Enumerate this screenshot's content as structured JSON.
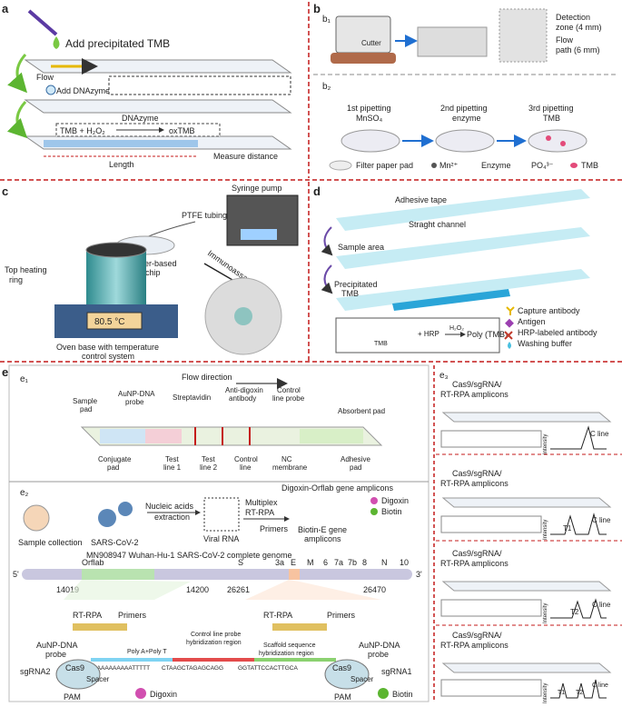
{
  "panel_a": {
    "letter": "a",
    "title": "Add precipitated TMB",
    "flow": "Flow",
    "add_dnazyme": "Add DNAzyme",
    "reaction_left": "TMB + H₂O₂",
    "reaction_enzyme": "DNAzyme",
    "reaction_right": "oxTMB",
    "length": "Length",
    "measure": "Measure distance"
  },
  "panel_b": {
    "letter": "b",
    "b1": "b₁",
    "b2": "b₂",
    "cutter": "Cutter",
    "detection": "Detection",
    "zone": "zone (4 mm)",
    "flow": "Flow",
    "path": "path (6 mm)",
    "step1a": "1st pipetting",
    "step1b": "MnSO₄",
    "step2a": "2nd pipetting",
    "step2b": "enzyme",
    "step3a": "3rd pipetting",
    "step3b": "TMB",
    "legend": [
      "Filter paper pad",
      "Mn²⁺",
      "Enzyme",
      "PO₄³⁻",
      "TMB"
    ]
  },
  "panel_c": {
    "letter": "c",
    "syringe": "Syringe pump",
    "ptfe": "PTFE tubing",
    "chip1": "Paper-based",
    "chip2": "chip",
    "immuno": "Immunoassay",
    "ring1": "Top heating",
    "ring2": "ring",
    "temp": "80.5 °C",
    "base1": "Oven base with temperature",
    "base2": "control system"
  },
  "panel_d": {
    "letter": "d",
    "tape": "Adhesive tape",
    "straight": "Straght channel",
    "sample": "Sample area",
    "precip1": "Precipitated",
    "precip2": "TMB",
    "tmb": "TMB",
    "hrp": "+ HRP",
    "h2o2": "H₂O₂",
    "poly": "Poly (TMB)",
    "legend": [
      "Capture antibody",
      "Antigen",
      "HRP-labeled antibody",
      "Washing buffer"
    ]
  },
  "panel_e": {
    "letter": "e",
    "e1": "e₁",
    "e2": "e₂",
    "e3": "e₃",
    "flow_dir": "Flow direction",
    "top": [
      "Sample",
      "pad",
      "AuNP-DNA",
      "probe",
      "Streptavidin",
      "Anti-digoxin",
      "antibody",
      "Control",
      "line probe",
      "Absorbent pad"
    ],
    "bottom": [
      "Conjugate",
      "pad",
      "Test",
      "line 1",
      "Test",
      "line 2",
      "Control",
      "line",
      "NC",
      "membrane",
      "Adhesive",
      "pad"
    ],
    "sample_collection": "Sample collection",
    "sars": "SARS-CoV-2",
    "nucleic1": "Nucleic acids",
    "nucleic2": "extraction",
    "viral": "Viral RNA",
    "multiplex1": "Multiplex",
    "multiplex2": "RT-RPA",
    "primers": "Primers",
    "dig_orf": "Digoxin-Orflab gene amplicons",
    "digoxin": "Digoxin",
    "biotin": "Biotin",
    "biotin_e1": "Biotin-E gene",
    "biotin_e2": "amplicons",
    "genome": "MN908947 Wuhan-Hu-1 SARS-CoV-2 complete genome",
    "five": "5'",
    "three": "3'",
    "genes": [
      "Orflab",
      "S",
      "3a",
      "E",
      "M",
      "6",
      "7a",
      "7b",
      "8",
      "N",
      "10"
    ],
    "positions": [
      "14019",
      "14200",
      "26261",
      "26470"
    ],
    "rtrpa": "RT-RPA",
    "aunp1": "AuNP-DNA",
    "aunp2": "probe",
    "control_hyb1": "Control line probe",
    "control_hyb2": "hybridization region",
    "poly_at": "Poly A+Poly T",
    "scaffold1": "Scaffold sequence",
    "scaffold2": "hybridization region",
    "seq_a": "AAAAAAAAAAATTTTT",
    "seq_b": "CTAAGCTAGAGCAGG",
    "seq_c": "GGTATTCCACTTGCA",
    "sgRNA2": "sgRNA2",
    "sgRNA1": "sgRNA1",
    "cas9": "Cas9",
    "spacer": "Spacer",
    "pam": "PAM",
    "e3_label1": "Cas9/sgRNA/",
    "e3_label2": "RT-RPA amplicons",
    "intensity": "Intensity",
    "c_line": "C line",
    "t1": "T1",
    "t2": "T2"
  },
  "colors": {
    "divider": "#c41a1a",
    "green_drop": "#7ac943",
    "blue_arrow": "#1f6fd1",
    "pink": "#e34b7a",
    "teal": "#3fb8c9"
  }
}
